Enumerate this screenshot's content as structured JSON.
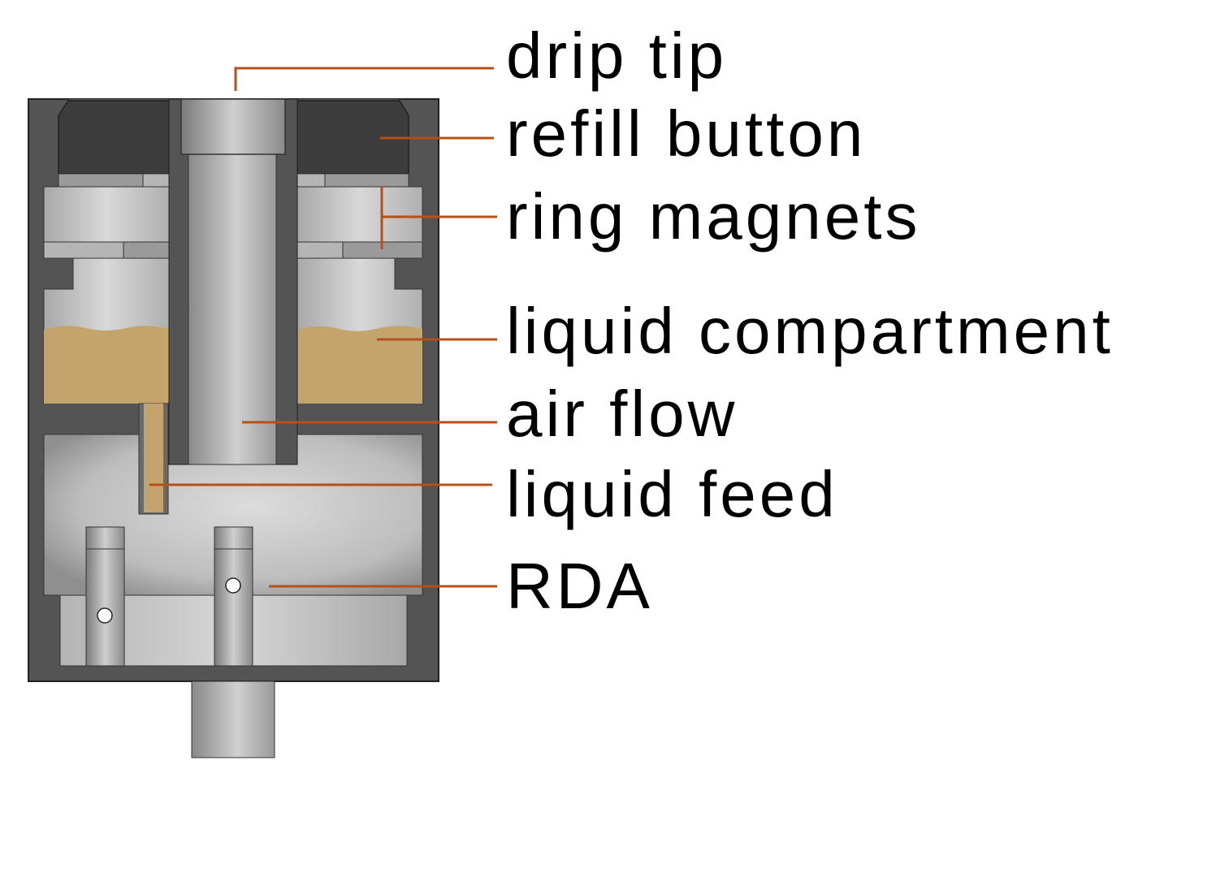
{
  "labels": {
    "drip_tip": "drip tip",
    "refill_button": "refill button",
    "ring_magnets": "ring magnets",
    "liquid_compartment": "liquid compartment",
    "air_flow": "air flow",
    "liquid_feed": "liquid feed",
    "rda": "RDA"
  },
  "colors": {
    "leader_line": "#b5501a",
    "housing": "#545454",
    "refill_button": "#3c3c3c",
    "liquid": "#c3a46d",
    "metal_light": "#d4d4d4",
    "metal_dark": "#808080",
    "label_text": "#000000"
  }
}
